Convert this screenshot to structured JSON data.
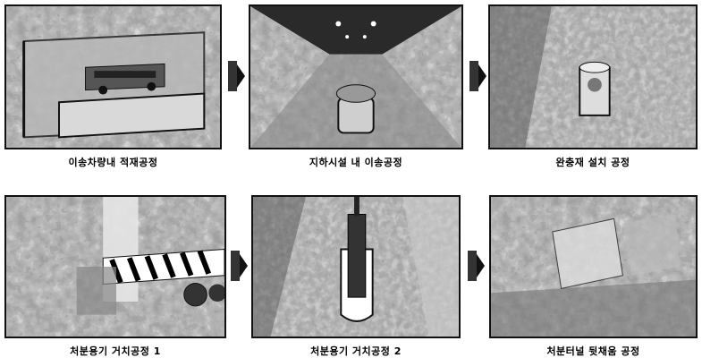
{
  "steps": [
    {
      "caption": "이송차량내 적재공정",
      "scene": "vehicle-loading"
    },
    {
      "caption": "지하시설 내 이송공정",
      "scene": "tunnel-transport"
    },
    {
      "caption": "완충재 설치 공정",
      "scene": "buffer-installation"
    },
    {
      "caption": "처분용기 거치공정 1",
      "scene": "canister-emplacement-1"
    },
    {
      "caption": "처분용기 거치공정 2",
      "scene": "canister-emplacement-2"
    },
    {
      "caption": "처분터널 뒷채움 공정",
      "scene": "tunnel-backfill"
    }
  ],
  "arrow_icon": "right-arrow-icon"
}
